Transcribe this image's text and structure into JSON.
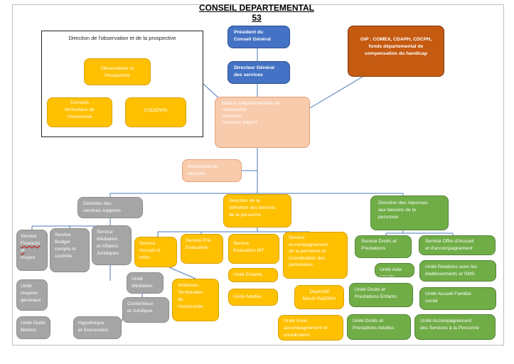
{
  "title": "CONSEIL DEPARTEMENTAL 53",
  "colors": {
    "blue": "#4472c4",
    "orange": "#c55a11",
    "peach": "#f8cbad",
    "yellow": "#ffc000",
    "gray": "#a5a5a5",
    "green": "#70ad47",
    "line": "#4a78b8"
  },
  "observation": {
    "title": "Direction de l'observation et de la prospective",
    "observatoire": [
      "Observatoire et",
      "Prospective"
    ],
    "conseils": [
      "Conseils",
      "territoriaux de",
      "l'Autonomie"
    ],
    "coderpa": [
      "CODERPA"
    ]
  },
  "president": [
    "Président du",
    "Conseil Général"
  ],
  "directeur_general": [
    "Directeur Général",
    "des services"
  ],
  "gip": [
    "GIP : COMEX, CDAPH, CDCPH,",
    "fonds départemental de",
    "compensation du handicap"
  ],
  "mda": [
    "Maison Départementale de",
    "l'Autonomie",
    "",
    "Directeur",
    "",
    "Directeur-adjoint"
  ],
  "secretariat": [
    "Secrétariat de",
    "direction"
  ],
  "supports": {
    "head": [
      "Direction des",
      "services supports"
    ],
    "service_moyens": [
      "Service",
      "Finances et",
      "moyen"
    ],
    "budget": [
      "Service",
      "Budget",
      "compta et",
      "contrôle"
    ],
    "mediation": [
      "Service",
      "Médiation",
      "et Affaires",
      "Juridiques"
    ],
    "unite_moyens": [
      "Unité",
      "moyens",
      "généraux"
    ],
    "outils": [
      "Unité Outils",
      "Métiers"
    ],
    "unite_mediation": [
      "Unité",
      "Médiation"
    ],
    "contentieux": [
      "Contentieux",
      "et Juridique"
    ],
    "hypotheque": [
      "Hypothèque",
      "et Succession"
    ]
  },
  "definition": {
    "head": [
      "Direction de la",
      "définition des besoins",
      "de la personne"
    ],
    "accueil": [
      "Service",
      "Accueil et",
      "Infos"
    ],
    "pre_eval": [
      "Service Pré-",
      "",
      "Evaluation"
    ],
    "eval_mt": [
      "Service",
      "Evaluation MT"
    ],
    "antennes": [
      "Antennes",
      "Territoriales",
      "de",
      "l'Autonomie"
    ],
    "enfants": [
      "Unité Enfants"
    ],
    "adultes": [
      "Unité Adultes"
    ],
    "accompagnement": [
      "Service",
      "Accompagnement",
      "de la personne et",
      "Coordination des",
      "partenaires"
    ],
    "maia": [
      "Dispositif",
      "MAIA/ PAERPA"
    ],
    "suivi": [
      "Unité Suivi,",
      "accompagnement et",
      "coordination"
    ]
  },
  "reponses": {
    "head": [
      "Direction des réponses",
      "aux besoins de la",
      "personne"
    ],
    "droits": [
      "Service Droits et",
      "Prestations"
    ],
    "offre": [
      "Service Offre d'Accueil",
      "et d'accompagnement"
    ],
    "aide_sociale": [
      "Unité Aide sociale"
    ],
    "relations": [
      "Unité Relations avec les",
      "établissements et SMS"
    ],
    "droits_enfants": [
      "Unité Droits et",
      "Prestations Enfants"
    ],
    "accueil_familial": [
      "Unité Accueil Familial",
      "social"
    ],
    "droits_adultes": [
      "Unité Droits et",
      "Prestations Adultes"
    ],
    "accompagnement_services": [
      "Unité Accompagnement",
      "des Services à la Personne"
    ]
  }
}
